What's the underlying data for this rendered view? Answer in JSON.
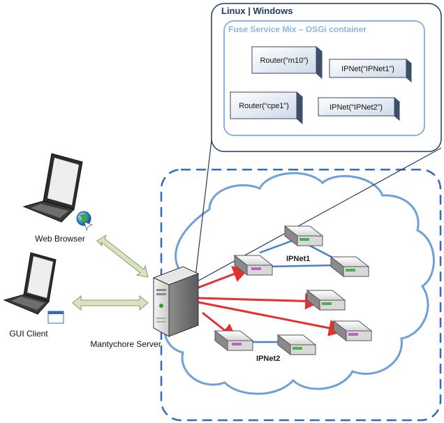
{
  "os_box": {
    "title": "Linux | Windows"
  },
  "container_box": {
    "title": "Fuse Service Mix – OSGi container"
  },
  "bundles": [
    {
      "label": "Router(“m10”)"
    },
    {
      "label": "IPNet(“IPNet1”)"
    },
    {
      "label": "Router(“cpe1”)"
    },
    {
      "label": "IPNet(“IPNet2”)"
    }
  ],
  "clients": [
    {
      "label": "Web Browser"
    },
    {
      "label": "GUI Client"
    }
  ],
  "server": {
    "label": "Mantychore Server"
  },
  "networks": [
    {
      "label": "IPNet1"
    },
    {
      "label": "IPNet2"
    }
  ],
  "colors": {
    "frame_stroke": "#1F3864",
    "container_stroke": "#8DB3E2",
    "container_title": "#8DB3E2",
    "network_dash": "#2E6DB4",
    "cloud_stroke": "#6F9FD8",
    "arrow_red": "#E53030",
    "double_arrow_fill": "#D7E4BD",
    "double_arrow_stroke": "#8A9A6A",
    "link_blue": "#4A7EC4"
  }
}
